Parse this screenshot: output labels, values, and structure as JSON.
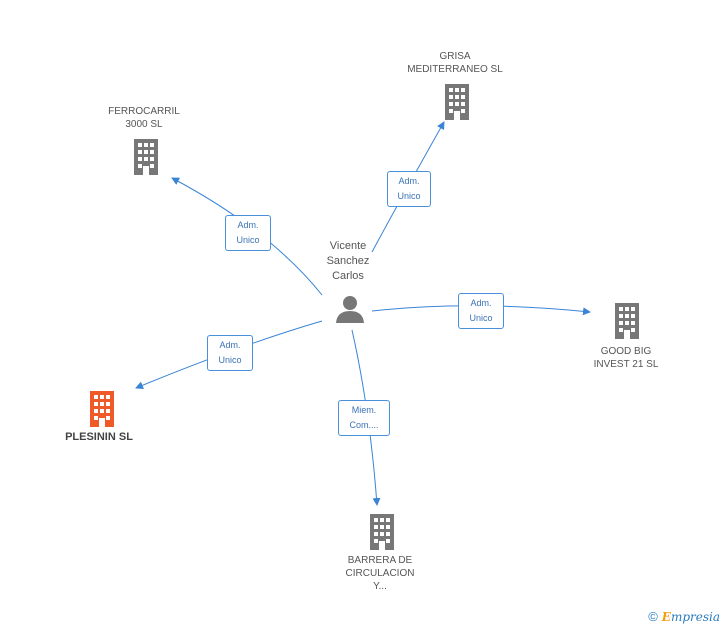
{
  "colors": {
    "edge": "#3a84d6",
    "building": "#777777",
    "building_focus": "#f05a28",
    "person": "#777777"
  },
  "person": {
    "lines": [
      "Vicente",
      "Sanchez",
      "Carlos"
    ],
    "icon": "person-icon"
  },
  "companies": [
    {
      "id": "grisa",
      "lines": [
        "GRISA",
        "MEDITERRANEO SL"
      ],
      "icon": "building-icon",
      "focus": false
    },
    {
      "id": "ferrocarril",
      "lines": [
        "FERROCARRIL",
        "3000 SL"
      ],
      "icon": "building-icon",
      "focus": false
    },
    {
      "id": "good-big",
      "lines": [
        "GOOD BIG",
        "INVEST 21  SL"
      ],
      "icon": "building-icon",
      "focus": false
    },
    {
      "id": "plesinin",
      "lines": [
        "PLESININ SL"
      ],
      "icon": "building-icon",
      "focus": true
    },
    {
      "id": "barrera",
      "lines": [
        "BARRERA DE",
        "CIRCULACION",
        "Y..."
      ],
      "icon": "building-icon",
      "focus": false
    }
  ],
  "edges": [
    {
      "to": "grisa",
      "lines": [
        "Adm.",
        "Unico"
      ]
    },
    {
      "to": "ferrocarril",
      "lines": [
        "Adm.",
        "Unico"
      ]
    },
    {
      "to": "good-big",
      "lines": [
        "Adm.",
        "Unico"
      ]
    },
    {
      "to": "plesinin",
      "lines": [
        "Adm.",
        "Unico"
      ]
    },
    {
      "to": "barrera",
      "lines": [
        "Miem.",
        "Com...."
      ]
    }
  ],
  "footer": {
    "copyright": "©",
    "brand_initial": "E",
    "brand_rest": "mpresia"
  }
}
